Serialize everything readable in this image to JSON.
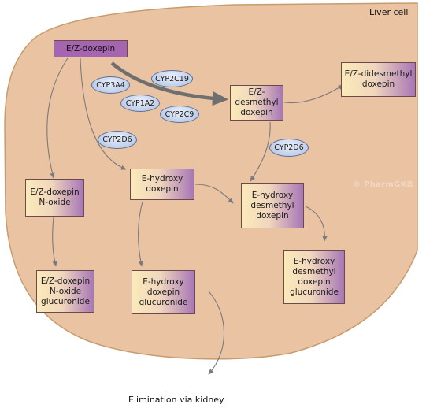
{
  "cell_label": "Liver cell",
  "watermark": "© PharmGKB",
  "compounds": {
    "doxepin": "E/Z-doxepin",
    "desmethyl": "E/Z-desmethyl\ndoxepin",
    "didesmethyl": "E/Z-didesmethyl\ndoxepin",
    "n_oxide": "E/Z-doxepin\nN-oxide",
    "e_hydroxy": "E-hydroxy\ndoxepin",
    "e_hydroxy_desmethyl": "E-hydroxy\ndesmethyl\ndoxepin",
    "n_oxide_gluc": "E/Z-doxepin\nN-oxide\nglucuronide",
    "e_hydroxy_gluc": "E-hydroxy\ndoxepin\nglucuronide",
    "e_hydroxy_desmethyl_gluc": "E-hydroxy\ndesmethyl\ndoxepin\nglucuronide"
  },
  "enzymes": {
    "cyp3a4": "CYP3A4",
    "cyp2c19": "CYP2C19",
    "cyp1a2": "CYP1A2",
    "cyp2c9": "CYP2C9",
    "cyp2d6_a": "CYP2D6",
    "cyp2d6_b": "CYP2D6"
  },
  "elimination_label": "Elimination via kidney",
  "colors": {
    "cell_fill": "#eac3a2",
    "cell_border": "#c79b6e",
    "arrow": "#7a7a7a",
    "compound_purple": "#a665b0",
    "enzyme_blue": "#bfcde8"
  }
}
